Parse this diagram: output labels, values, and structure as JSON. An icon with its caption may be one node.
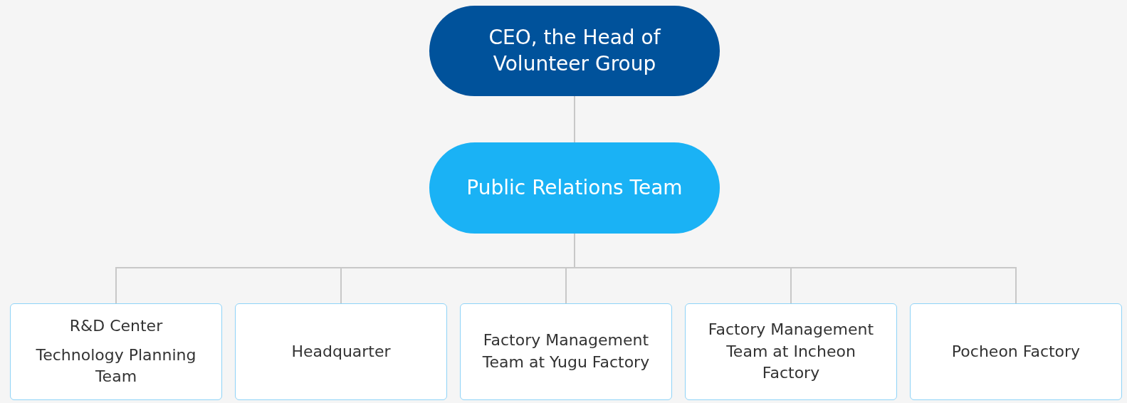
{
  "diagram": {
    "nodes": [
      {
        "text": [
          "CEO, the Head of Volunteer Group"
        ]
      },
      {
        "text": [
          "Public Relations Team"
        ]
      },
      {
        "text": [
          "R&D Center",
          "Technology Planning Team"
        ]
      },
      {
        "text": [
          "Headquarter"
        ]
      },
      {
        "text": [
          "Factory Management Team at Yugu Factory"
        ]
      },
      {
        "text": [
          "Factory Management Team at Incheon Factory"
        ]
      },
      {
        "text": [
          "Pocheon Factory"
        ]
      }
    ],
    "edges": [
      {
        "from": 0,
        "to": 1,
        "arrow": "none"
      },
      {
        "from": 1,
        "to": 2,
        "arrow": "none"
      },
      {
        "from": 1,
        "to": 3,
        "arrow": "none"
      },
      {
        "from": 1,
        "to": 4,
        "arrow": "none"
      },
      {
        "from": 1,
        "to": 5,
        "arrow": "none"
      },
      {
        "from": 1,
        "to": 6,
        "arrow": "none"
      }
    ]
  }
}
